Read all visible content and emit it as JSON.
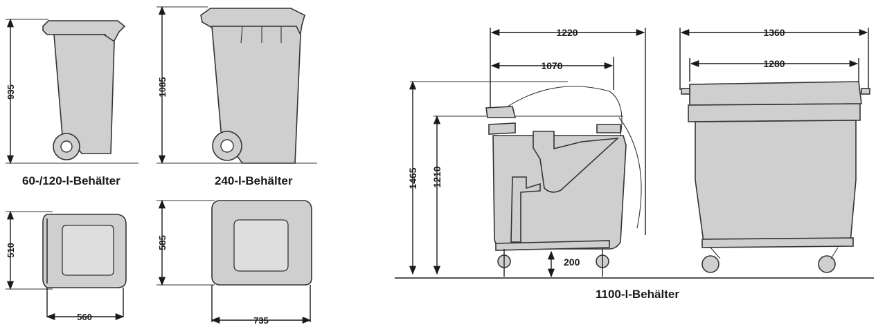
{
  "captions": {
    "small_bins": "60-/120-l-Behälter",
    "bin_240": "240-l-Behälter",
    "bin_1100": "1100-l-Behälter"
  },
  "dimensions": {
    "small_height": "935",
    "small_depth": "510",
    "small_width": "560",
    "bin240_height": "1085",
    "bin240_depth": "585",
    "bin240_width": "735",
    "bin1100_width_outer": "1220",
    "bin1100_width_inner": "1070",
    "bin1100_height_total": "1465",
    "bin1100_height_body": "1210",
    "bin1100_ground_clearance": "200",
    "bin1100_front_outer": "1360",
    "bin1100_front_inner": "1280"
  },
  "colors": {
    "bin_fill": "#cfcfcf",
    "lines": "#1a1a1a",
    "background": "#ffffff"
  }
}
